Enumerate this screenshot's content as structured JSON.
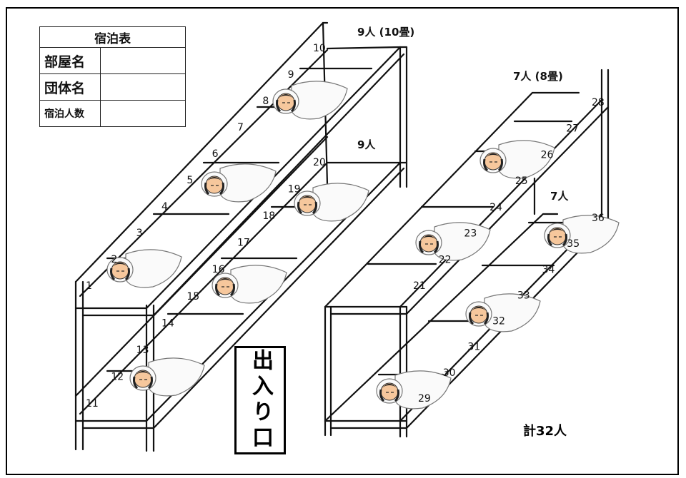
{
  "table": {
    "title": "宿泊表",
    "rows": [
      {
        "label": "部屋名",
        "value": ""
      },
      {
        "label": "団体名",
        "value": ""
      },
      {
        "label": "宿泊人数",
        "value": ""
      }
    ]
  },
  "captions": {
    "left_top": "9人 (10畳)",
    "left_bottom": "9人",
    "right_top": "7人 (8畳)",
    "right_bottom": "7人"
  },
  "entrance": "出入り口",
  "total": "計32人",
  "bunks": {
    "left_upper": [
      "1",
      "2",
      "3",
      "4",
      "5",
      "6",
      "7",
      "8",
      "9",
      "10"
    ],
    "left_lower": [
      "11",
      "12",
      "13",
      "14",
      "15",
      "16",
      "17",
      "18",
      "19",
      "20"
    ],
    "right_upper": [
      "21",
      "22",
      "23",
      "24",
      "25",
      "26",
      "27",
      "28"
    ],
    "right_lower": [
      "29",
      "30",
      "31",
      "32",
      "33",
      "34",
      "35",
      "36"
    ]
  }
}
